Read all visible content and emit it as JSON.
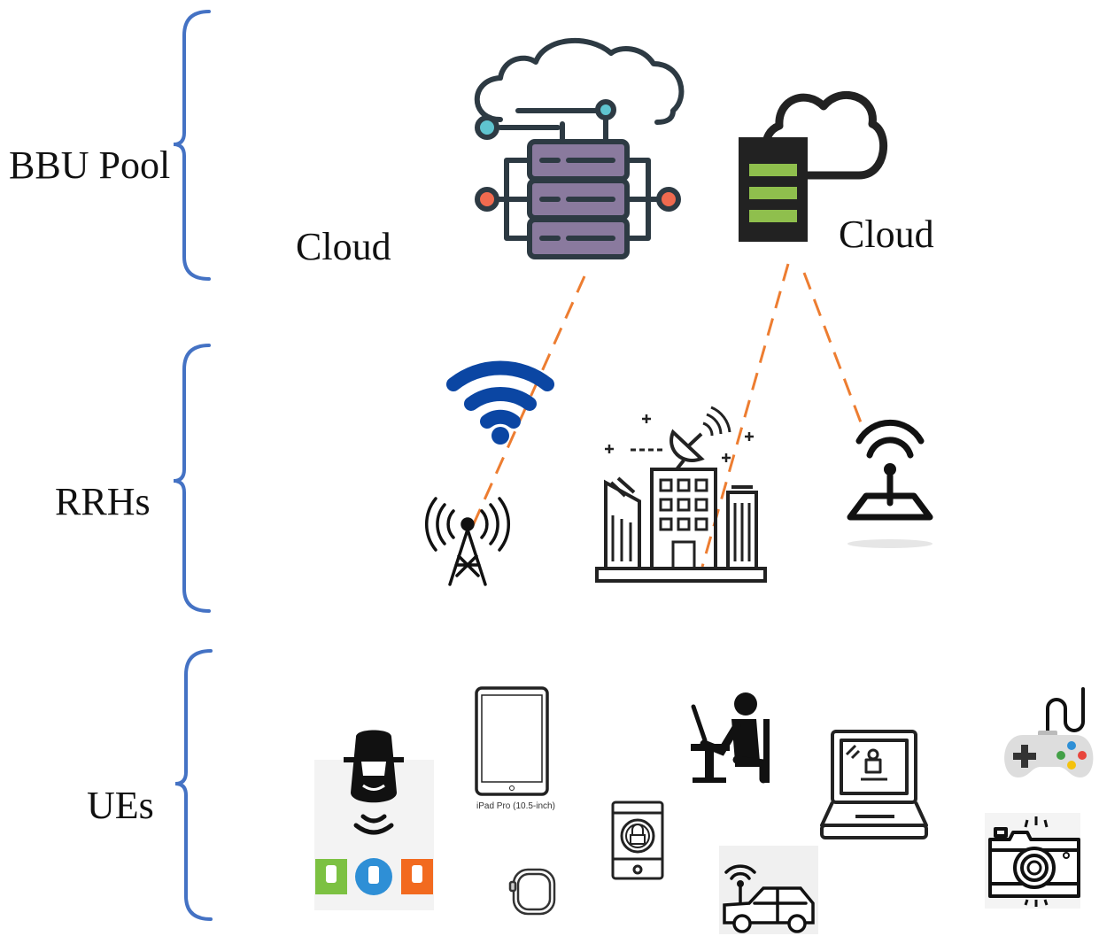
{
  "tiers": {
    "bbu": "BBU Pool",
    "rrh": "RRHs",
    "ue": "UEs"
  },
  "cloud_labels": [
    "Cloud",
    "Cloud"
  ],
  "ipad_caption": "iPad Pro (10.5-inch)",
  "colors": {
    "bracket": "#4472c4",
    "link": "#ed7d31",
    "wifi": "#0b46a3",
    "server": "#8a7a9e",
    "server_stroke": "#2d3a43",
    "teal": "#5fc4cf",
    "coral": "#f06a4f",
    "green_slot": "#8fbf4d",
    "app_green": "#7cc142",
    "app_blue": "#2e8fd6",
    "app_orange": "#f26a1f"
  },
  "icons": {
    "bbu": [
      "cloud-server-icon",
      "cloud-computer-icon"
    ],
    "rrh": [
      "wifi-icon",
      "antenna-tower-icon",
      "building-satellite-icon",
      "access-point-icon"
    ],
    "ue": [
      "autonomous-car-icon",
      "tablet-icon",
      "smartwatch-icon",
      "smartphone-icon",
      "desk-worker-icon",
      "connected-car-icon",
      "laptop-icon",
      "gamepad-icon",
      "camera-icon"
    ]
  }
}
